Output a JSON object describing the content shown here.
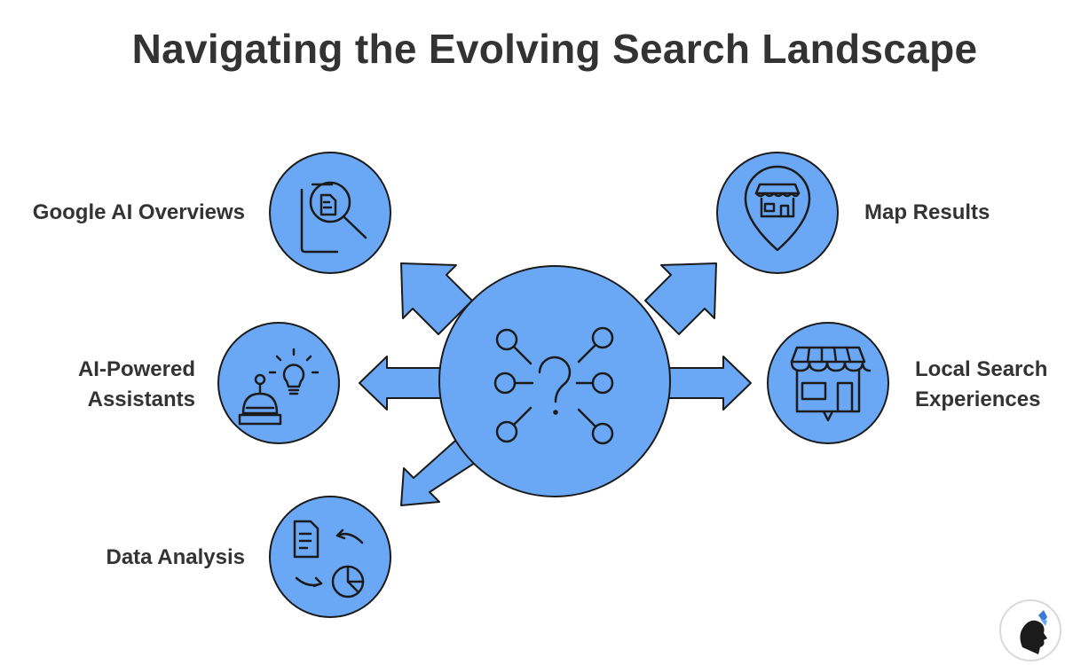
{
  "title": "Navigating the Evolving Search Landscape",
  "colors": {
    "node_fill": "#6aa8f5",
    "outline": "#1b1b1b",
    "text": "#333333"
  },
  "center": {
    "icon": "question-network-icon"
  },
  "nodes": [
    {
      "id": "google-ai-overviews",
      "lines": [
        "Google AI Overviews"
      ],
      "icon": "document-magnifier-icon"
    },
    {
      "id": "ai-powered-assistants",
      "lines": [
        "AI-Powered",
        "Assistants"
      ],
      "icon": "robot-lightbulb-icon"
    },
    {
      "id": "data-analysis",
      "lines": [
        "Data Analysis"
      ],
      "icon": "document-pie-chart-icon"
    },
    {
      "id": "map-results",
      "lines": [
        "Map Results"
      ],
      "icon": "map-pin-store-icon"
    },
    {
      "id": "local-search-experiences",
      "lines": [
        "Local Search",
        "Experiences"
      ],
      "icon": "storefront-icon"
    }
  ],
  "logo": {
    "icon": "profile-silhouette-logo-icon"
  }
}
